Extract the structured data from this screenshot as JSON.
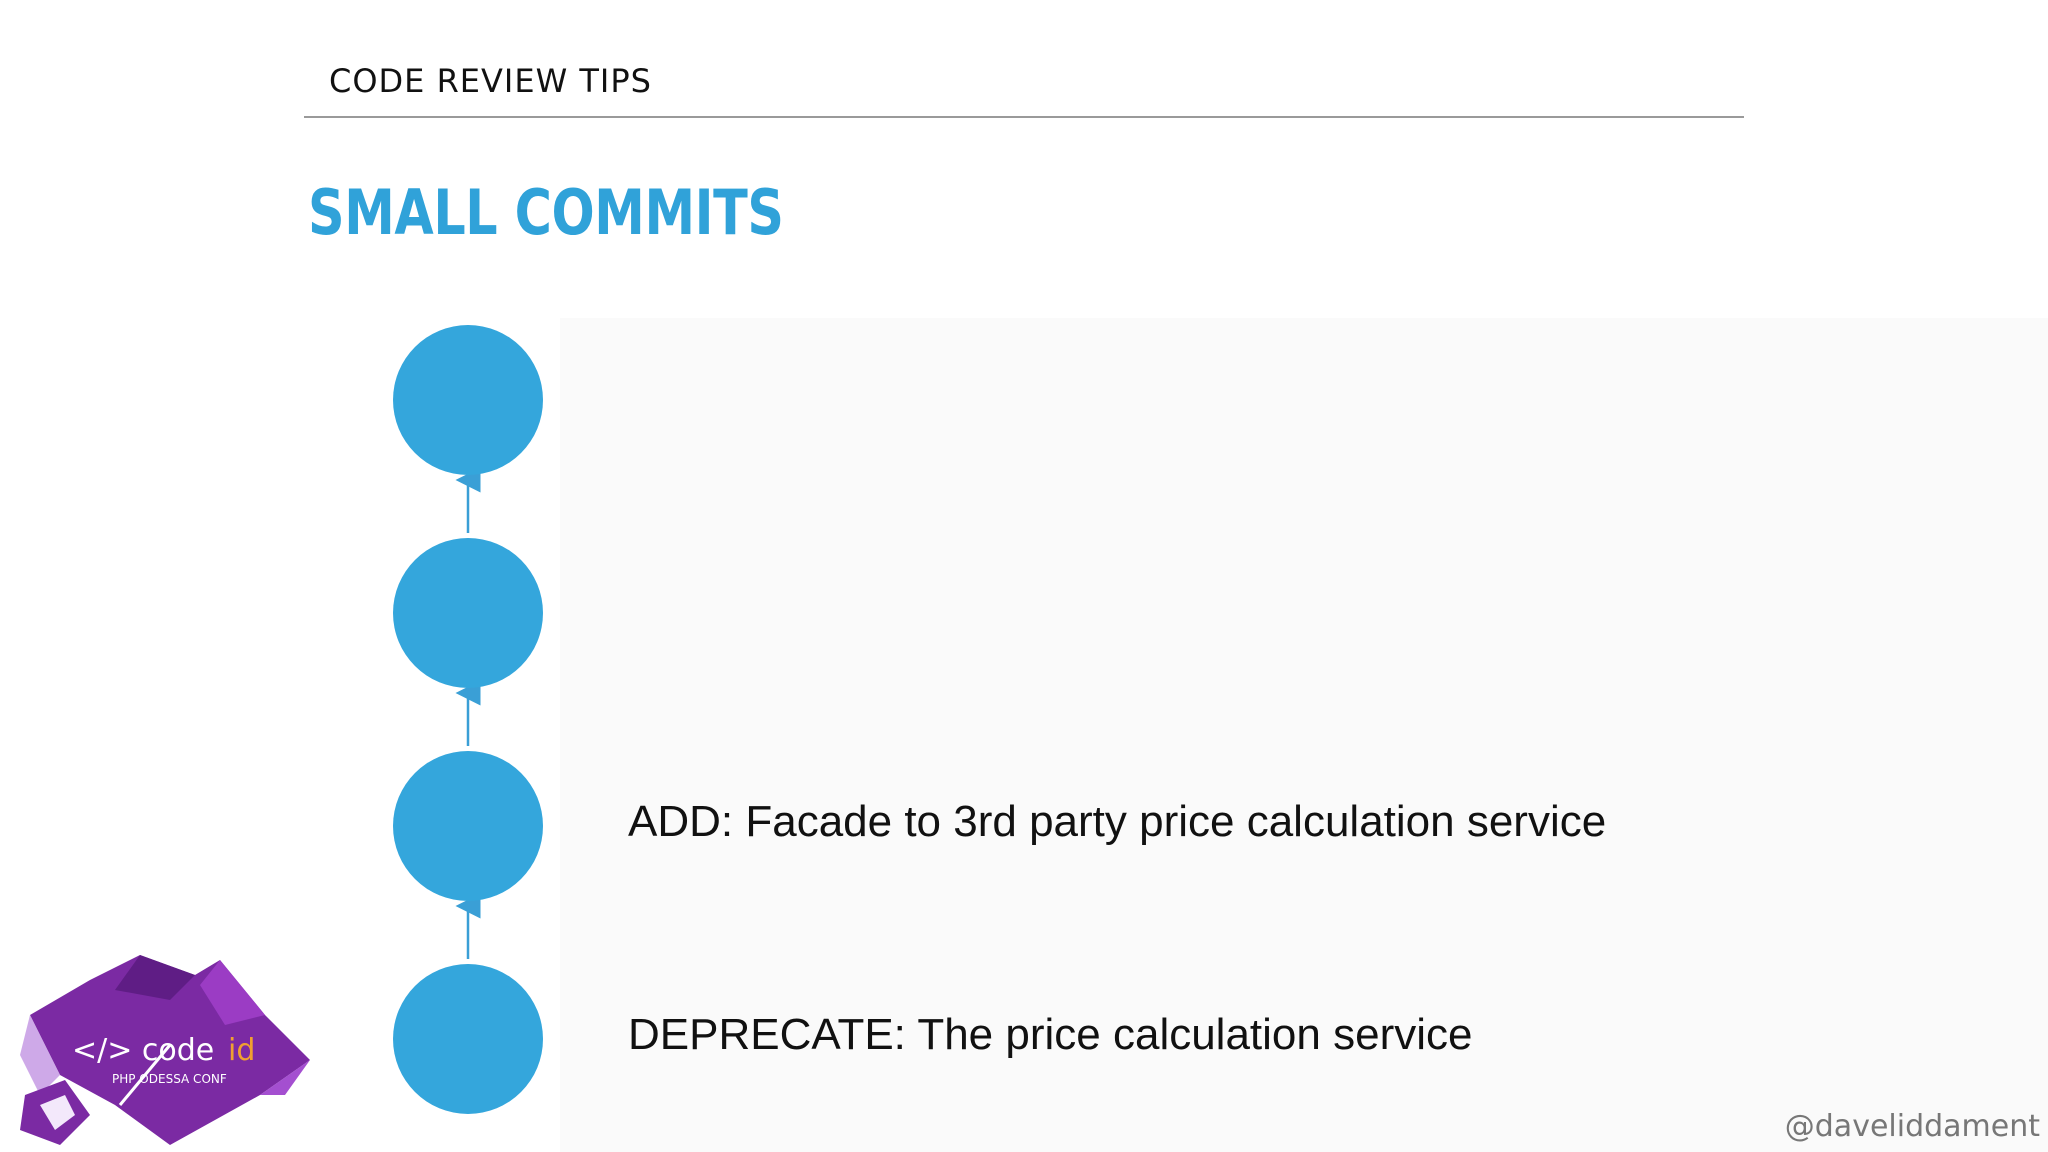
{
  "header": {
    "section": "CODE REVIEW TIPS"
  },
  "slide": {
    "title": "SMALL COMMITS"
  },
  "commits": [
    {
      "label": ""
    },
    {
      "label": ""
    },
    {
      "label": "ADD: Facade to 3rd party price calculation service"
    },
    {
      "label": "DEPRECATE: The price calculation service"
    }
  ],
  "footer": {
    "handle": "@daveliddament"
  },
  "logo": {
    "brand": "</> codeid",
    "subtitle": "PHP ODESSA CONF"
  },
  "colors": {
    "accent": "#30a2d9",
    "node": "#34a6dc",
    "logo_purple": "#7b2aa3"
  }
}
